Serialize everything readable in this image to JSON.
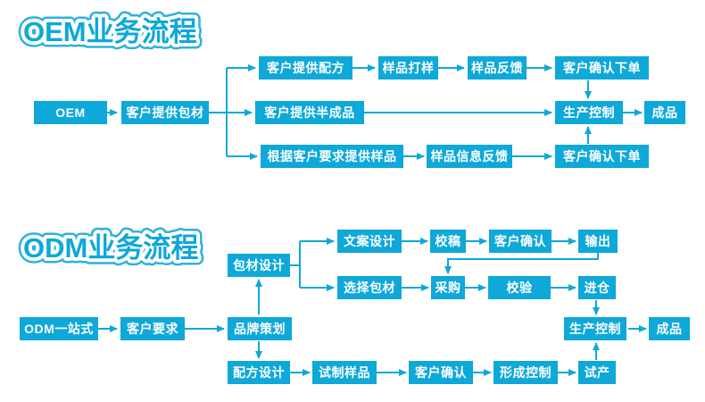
{
  "colors": {
    "accent": "#0ea8d9",
    "node_text": "#ffffff",
    "background": "#ffffff"
  },
  "oem": {
    "title": "OEM业务流程",
    "nodes": {
      "start": "OEM",
      "package": "客户提供包材",
      "formula": "客户提供配方",
      "sample_making": "样品打样",
      "sample_feedback": "样品反馈",
      "confirm_order_top": "客户确认下单",
      "semi_finished": "客户提供半成品",
      "production_control": "生产控制",
      "finished_product": "成品",
      "sample_by_request": "根据客户要求提供样品",
      "sample_info_feedback": "样品信息反馈",
      "confirm_order_bottom": "客户确认下单"
    }
  },
  "odm": {
    "title": "ODM业务流程",
    "nodes": {
      "start": "ODM一站式",
      "customer_demand": "客户要求",
      "brand_planning": "品牌策划",
      "package_design": "包材设计",
      "copy_design": "文案设计",
      "proofreading": "校稿",
      "customer_confirm_top": "客户确认",
      "output": "输出",
      "select_package": "选择包材",
      "purchase": "采购",
      "verification": "校验",
      "warehouse": "进仓",
      "production_control": "生产控制",
      "finished_product": "成品",
      "formula_design": "配方设计",
      "trial_sample": "试制样品",
      "customer_confirm_bottom": "客户确认",
      "forming_control": "形成控制",
      "trial_production": "试产"
    }
  }
}
